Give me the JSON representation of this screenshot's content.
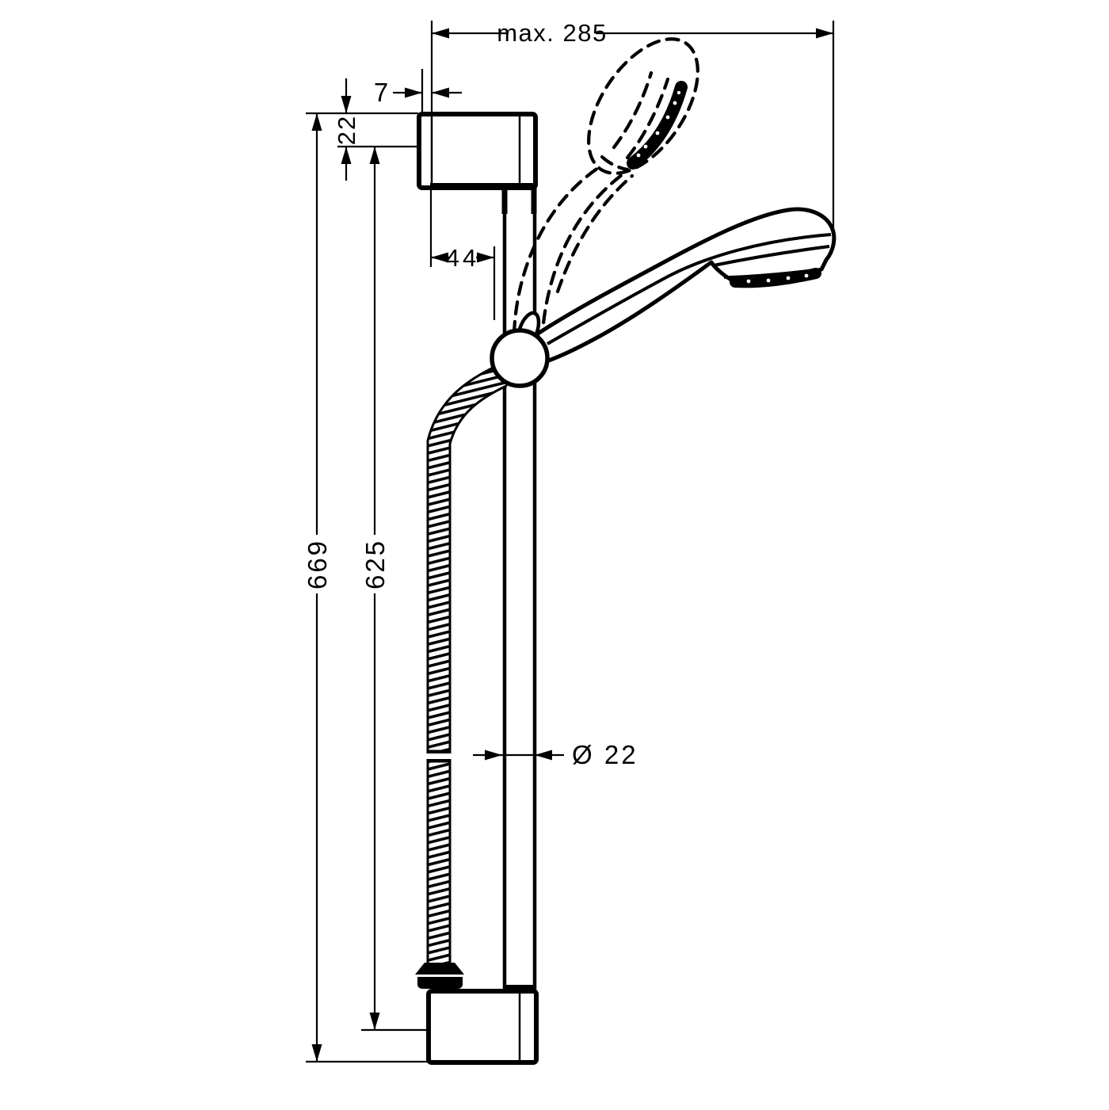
{
  "page": {
    "background": "#ffffff",
    "ink": "#000000"
  },
  "labels": {
    "max_width": "max. 285",
    "offset_7": "7",
    "height_22": "22",
    "depth_44": "44",
    "length_669": "669",
    "length_625": "625",
    "diameter_22": "Ø 22"
  }
}
